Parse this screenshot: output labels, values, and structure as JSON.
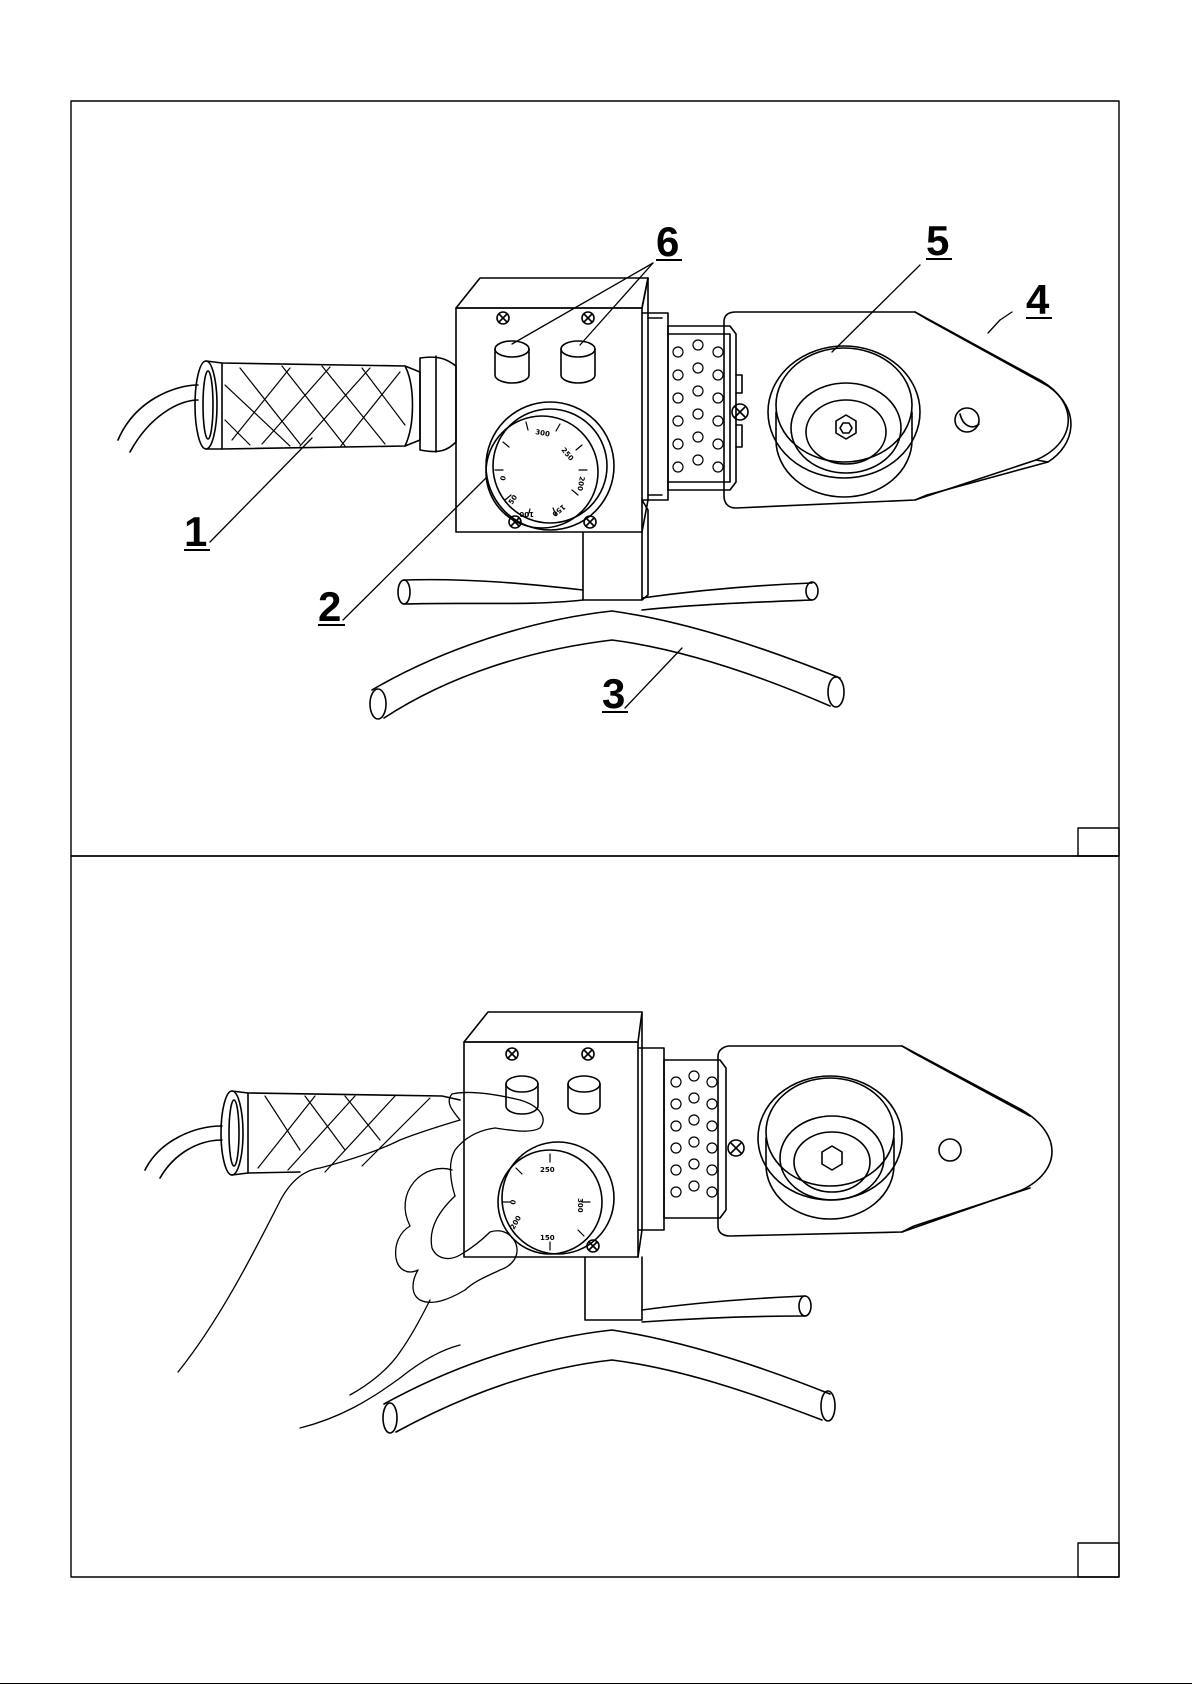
{
  "figure_top": {
    "callouts": [
      {
        "id": "1",
        "text": "1"
      },
      {
        "id": "2",
        "text": "2"
      },
      {
        "id": "3",
        "text": "3"
      },
      {
        "id": "4",
        "text": "4"
      },
      {
        "id": "5",
        "text": "5"
      },
      {
        "id": "6",
        "text": "6"
      }
    ]
  },
  "dial_top": {
    "ticks": [
      "0",
      "50",
      "100",
      "150",
      "200",
      "250",
      "300"
    ]
  },
  "dial_bottom": {
    "ticks": [
      "0",
      "250",
      "300",
      "200",
      "150"
    ]
  },
  "colors": {
    "line": "#000000",
    "background": "#ffffff"
  }
}
